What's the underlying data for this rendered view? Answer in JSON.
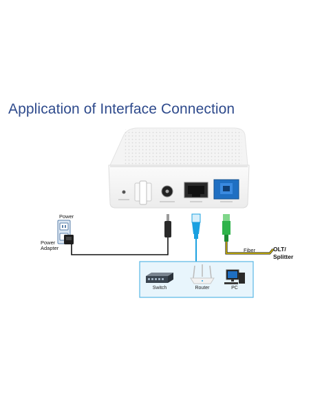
{
  "title": "Application of Interface Connection",
  "labels": {
    "power": "Power",
    "power_adapter_line1": "Power",
    "power_adapter_line2": "Adapter",
    "fiber": "Fiber",
    "olt_line1": "OLT/",
    "olt_line2": "Splitter"
  },
  "devices": [
    {
      "label": "Switch"
    },
    {
      "label": "Router"
    },
    {
      "label": "PC"
    }
  ],
  "colors": {
    "title": "#2e4a8c",
    "lan_cable": "#1aa0e0",
    "fiber_connector": "#2fb34a",
    "fiber_cable": "#e0c400",
    "device_panel_border": "#58b7e6",
    "device_panel_fill": "#e8f5fc",
    "pon_port": "#1f6fc2"
  },
  "icons": [
    "wall-outlet-icon",
    "power-adapter-icon",
    "switch-icon",
    "router-icon",
    "pc-icon"
  ]
}
